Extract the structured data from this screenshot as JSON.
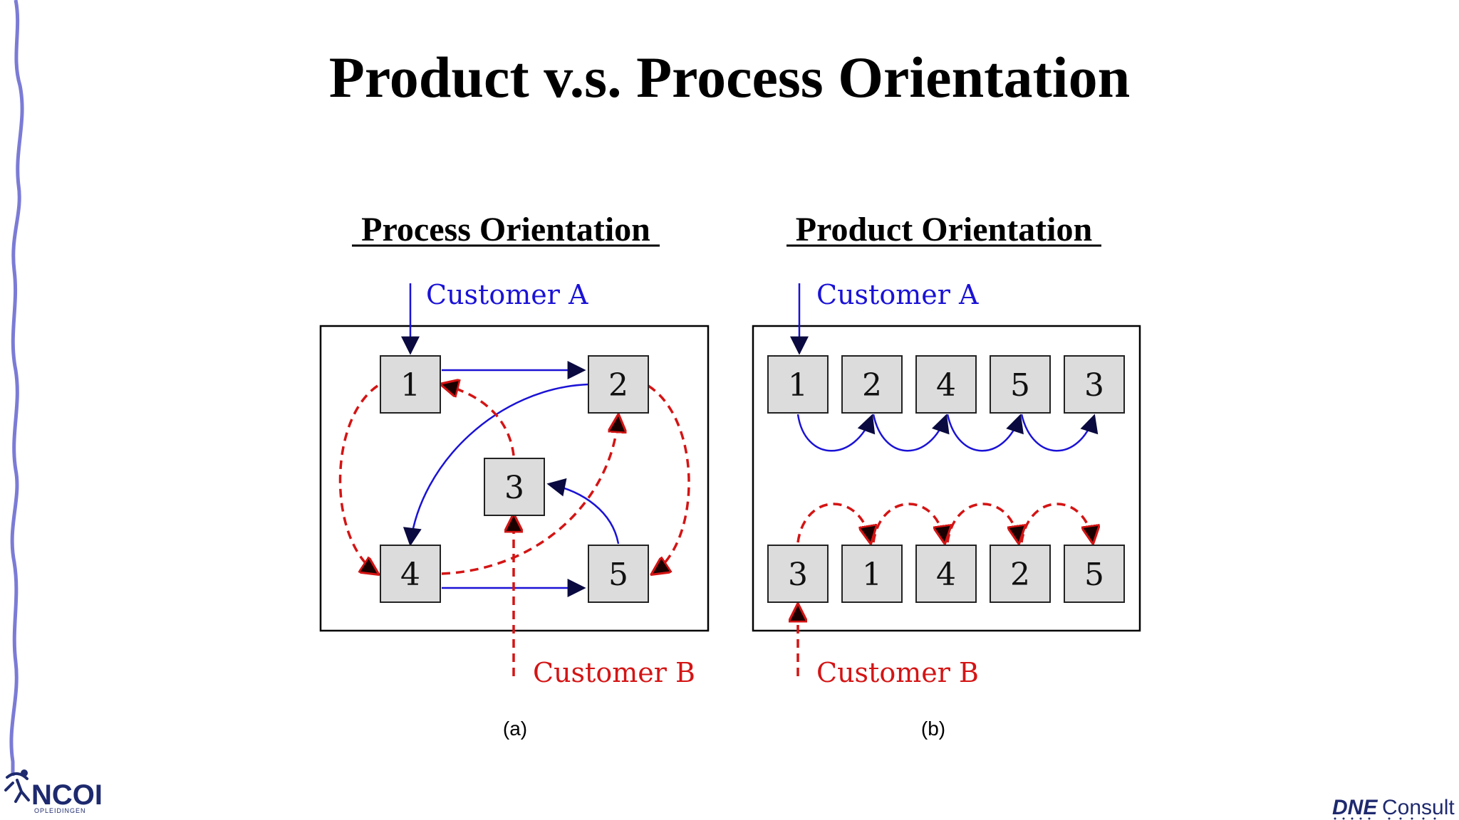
{
  "slide": {
    "title": "Product v.s. Process Orientation"
  },
  "process": {
    "heading": "Process Orientation",
    "customer_a": "Customer A",
    "customer_b": "Customer B",
    "caption": "(a)",
    "boxes": [
      "1",
      "2",
      "3",
      "4",
      "5"
    ]
  },
  "product": {
    "heading": "Product Orientation",
    "customer_a": "Customer A",
    "customer_b": "Customer B",
    "caption": "(b)",
    "row_a": [
      "1",
      "2",
      "4",
      "5",
      "3"
    ],
    "row_b": [
      "3",
      "1",
      "4",
      "2",
      "5"
    ]
  },
  "logos": {
    "left_main": "NCOI",
    "left_sub": "OPLEIDINGEN",
    "right_brand": "DNE",
    "right_word": "Consult"
  },
  "colors": {
    "customer_a": "#1a12d6",
    "customer_b": "#d41414",
    "box_fill": "#dcdcdc",
    "decor_line": "#7b7bd6"
  }
}
